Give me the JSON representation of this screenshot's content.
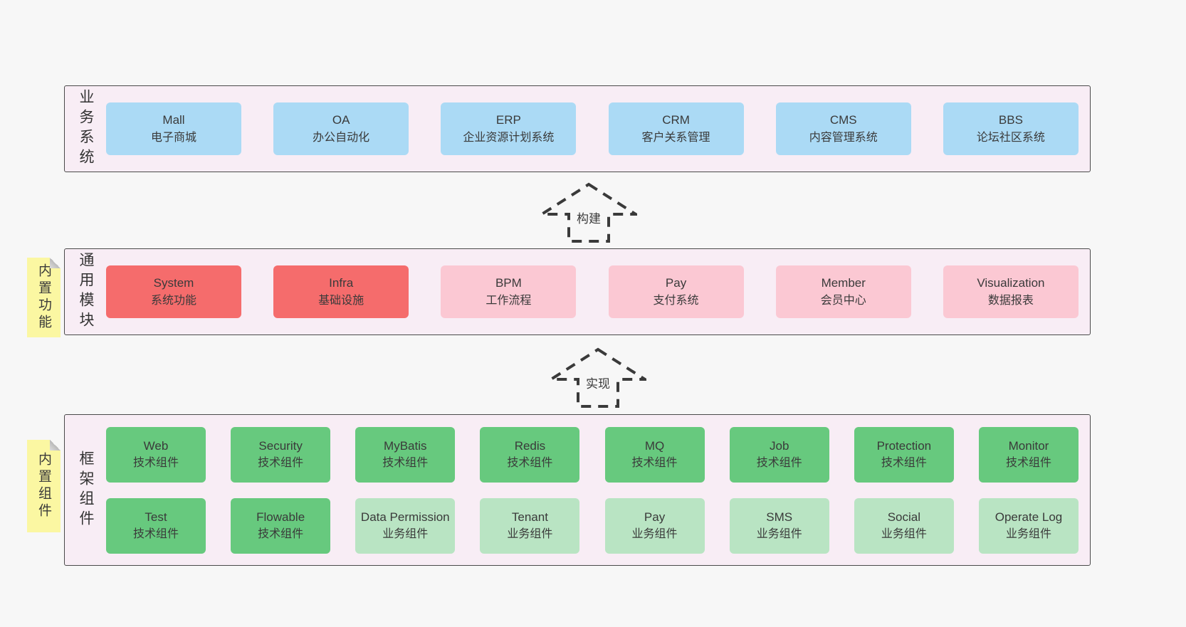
{
  "palette": {
    "page_bg": "#f7f7f7",
    "band_bg": "#f8edf5",
    "band_border": "#4a4a4a",
    "blue": "#abdaf5",
    "red": "#f56c6c",
    "pink": "#fbc8d3",
    "green": "#67c97e",
    "lightgreen": "#b9e4c3",
    "note_yellow": "#fbf7a2",
    "text": "#3a3a3a"
  },
  "arrows": [
    {
      "label": "构建"
    },
    {
      "label": "实现"
    }
  ],
  "bands": [
    {
      "id": "business-systems",
      "label_vertical": "业务系统",
      "note": null,
      "rows": [
        [
          {
            "title": "Mall",
            "subtitle": "电子商城",
            "color": "blue"
          },
          {
            "title": "OA",
            "subtitle": "办公自动化",
            "color": "blue"
          },
          {
            "title": "ERP",
            "subtitle": "企业资源计划系统",
            "color": "blue"
          },
          {
            "title": "CRM",
            "subtitle": "客户关系管理",
            "color": "blue"
          },
          {
            "title": "CMS",
            "subtitle": "内容管理系统",
            "color": "blue"
          },
          {
            "title": "BBS",
            "subtitle": "论坛社区系统",
            "color": "blue"
          }
        ]
      ]
    },
    {
      "id": "common-modules",
      "label_vertical": "通用模块",
      "note": "内置功能",
      "rows": [
        [
          {
            "title": "System",
            "subtitle": "系统功能",
            "color": "red"
          },
          {
            "title": "Infra",
            "subtitle": "基础设施",
            "color": "red"
          },
          {
            "title": "BPM",
            "subtitle": "工作流程",
            "color": "pink"
          },
          {
            "title": "Pay",
            "subtitle": "支付系统",
            "color": "pink"
          },
          {
            "title": "Member",
            "subtitle": "会员中心",
            "color": "pink"
          },
          {
            "title": "Visualization",
            "subtitle": "数据报表",
            "color": "pink"
          }
        ]
      ]
    },
    {
      "id": "framework-components",
      "label_vertical": "框架组件",
      "note": "内置组件",
      "rows": [
        [
          {
            "title": "Web",
            "subtitle": "技术组件",
            "color": "green"
          },
          {
            "title": "Security",
            "subtitle": "技术组件",
            "color": "green"
          },
          {
            "title": "MyBatis",
            "subtitle": "技术组件",
            "color": "green"
          },
          {
            "title": "Redis",
            "subtitle": "技术组件",
            "color": "green"
          },
          {
            "title": "MQ",
            "subtitle": "技术组件",
            "color": "green"
          },
          {
            "title": "Job",
            "subtitle": "技术组件",
            "color": "green"
          },
          {
            "title": "Protection",
            "subtitle": "技术组件",
            "color": "green"
          },
          {
            "title": "Monitor",
            "subtitle": "技术组件",
            "color": "green"
          }
        ],
        [
          {
            "title": "Test",
            "subtitle": "技术组件",
            "color": "green"
          },
          {
            "title": "Flowable",
            "subtitle": "技术组件",
            "color": "green"
          },
          {
            "title": "Data Permission",
            "subtitle": "业务组件",
            "color": "lightgreen"
          },
          {
            "title": "Tenant",
            "subtitle": "业务组件",
            "color": "lightgreen"
          },
          {
            "title": "Pay",
            "subtitle": "业务组件",
            "color": "lightgreen"
          },
          {
            "title": "SMS",
            "subtitle": "业务组件",
            "color": "lightgreen"
          },
          {
            "title": "Social",
            "subtitle": "业务组件",
            "color": "lightgreen"
          },
          {
            "title": "Operate Log",
            "subtitle": "业务组件",
            "color": "lightgreen"
          }
        ]
      ]
    }
  ]
}
